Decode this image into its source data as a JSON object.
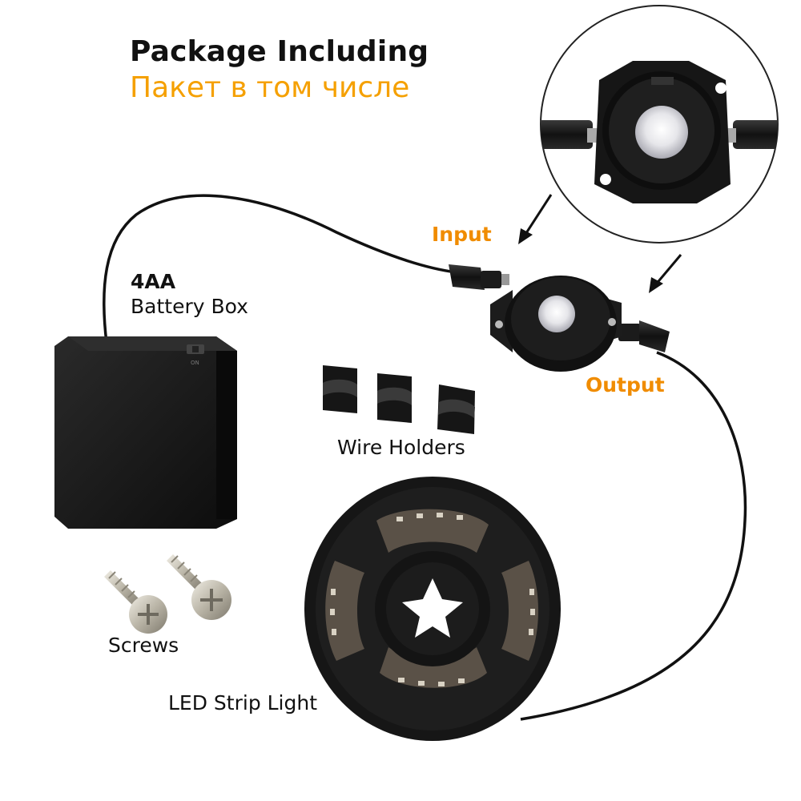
{
  "title": {
    "english": "Package Including",
    "russian": "Пакет в том числе"
  },
  "labels": {
    "input": "Input",
    "output": "Output",
    "battery_count": "4AA",
    "battery_box": "Battery Box",
    "wire_holders": "Wire Holders",
    "screws": "Screws",
    "led_strip": "LED Strip Light"
  },
  "colors": {
    "accent_orange": "#f5a000",
    "label_orange": "#f08c00",
    "product_black": "#1a1a1a",
    "background": "#ffffff"
  }
}
